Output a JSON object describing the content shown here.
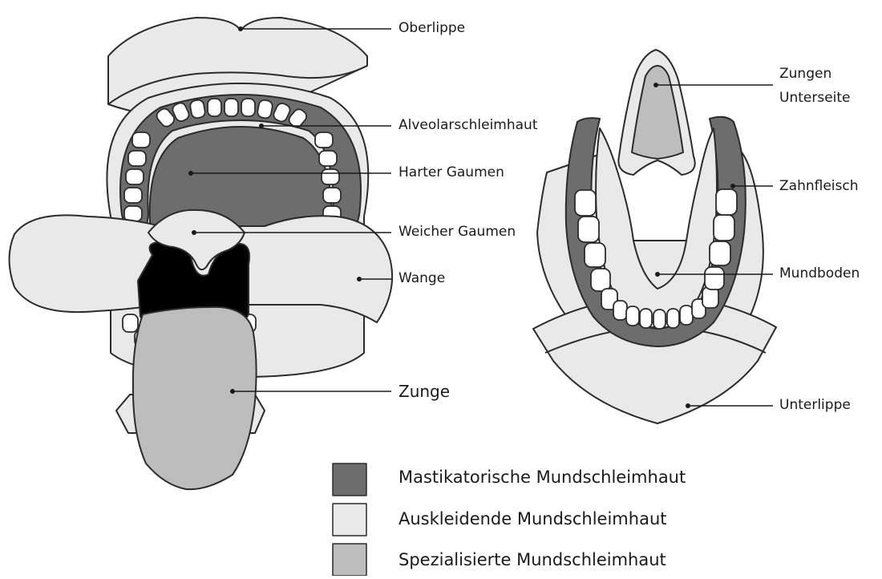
{
  "labels": {
    "oberlippe": "Oberlippe",
    "alveolar": "Alveolarschleimhaut",
    "harter_gaumen": "Harter Gaumen",
    "weicher_gaumen": "Weicher Gaumen",
    "wange": "Wange",
    "zunge": "Zunge",
    "zungen_unterseite_1": "Zungen",
    "zungen_unterseite_2": "Unterseite",
    "zahnfleisch": "Zahnfleisch",
    "mundboden": "Mundboden",
    "unterlippe": "Unterlippe"
  },
  "legend": [
    {
      "label": "Mastikatorische Mundschleimhaut",
      "color": "#6d6d6d"
    },
    {
      "label": "Auskleidende Mundschleimhaut",
      "color": "#e9e9e9"
    },
    {
      "label": "Spezialisierte Mundschleimhaut",
      "color": "#bdbdbd"
    }
  ],
  "colors": {
    "mastikatorisch": "#6d6d6d",
    "auskleidend": "#e9e9e9",
    "spezialisiert": "#bdbdbd",
    "outline": "#2b2b2b",
    "pharynx": "#000000",
    "teeth": "#ffffff"
  }
}
